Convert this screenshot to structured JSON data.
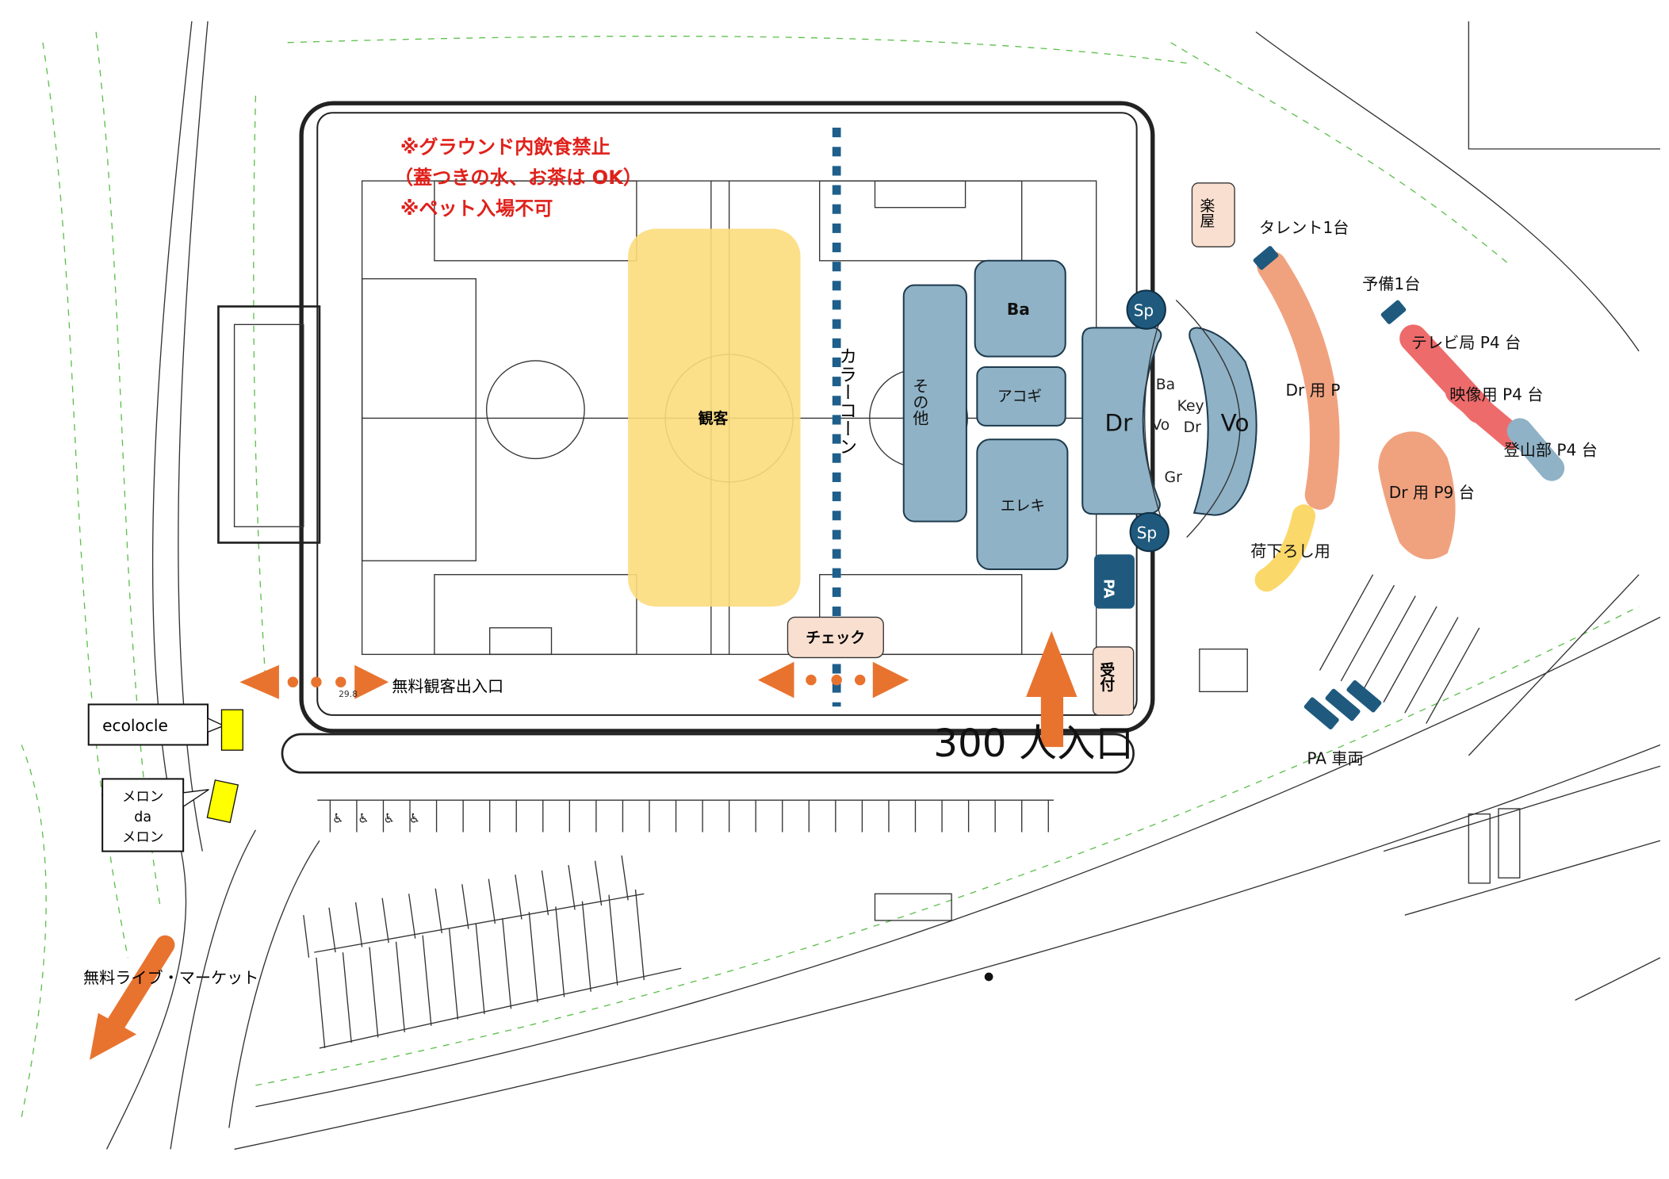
{
  "notices": {
    "line1": "※グラウンド内飲食禁止",
    "line2": "（蓋つきの水、お茶は OK）",
    "line3": "※ペット入場不可"
  },
  "zones": {
    "audience": "観客",
    "color_cone": "カラーコーン",
    "check": "チェック",
    "reception": "受付",
    "greenroom": "楽屋",
    "pa": "PA"
  },
  "stage": {
    "other": "その他",
    "bass": "Ba",
    "acoustic": "アコギ",
    "electric": "エレキ",
    "drums": "Dr",
    "vocal": "Vo",
    "speaker_top": "Sp",
    "speaker_bottom": "Sp",
    "front_ba": "Ba",
    "front_key": "Key",
    "front_vo": "Vo",
    "front_dr": "Dr",
    "front_gr": "Gr"
  },
  "entrances": {
    "free_entrance": "無料観客出入口",
    "main_entrance": "300 人入口",
    "free_live_market": "無料ライブ・マーケット",
    "level_mark": "29.8"
  },
  "vendors": {
    "ecolocle": "ecolocle",
    "melon1": "メロン",
    "melon2": "da",
    "melon3": "メロン"
  },
  "parking": {
    "talent": "タレント1台",
    "spare": "予備1台",
    "tv": "テレビ局 P4 台",
    "video": "映像用 P4 台",
    "climbing": "登山部 P4 台",
    "dr_p": "Dr 用 P",
    "dr_p9": "Dr 用 P9 台",
    "unloading": "荷下ろし用",
    "pa_vehicle": "PA 車両"
  },
  "colors": {
    "stage_blue": "#8fb2c6",
    "dark_blue": "#1f5a7e",
    "audience_yellow": "#fcdb7c",
    "arrow_orange": "#e8732f",
    "peach": "#f8dfd0",
    "notice_red": "#e0201a"
  }
}
